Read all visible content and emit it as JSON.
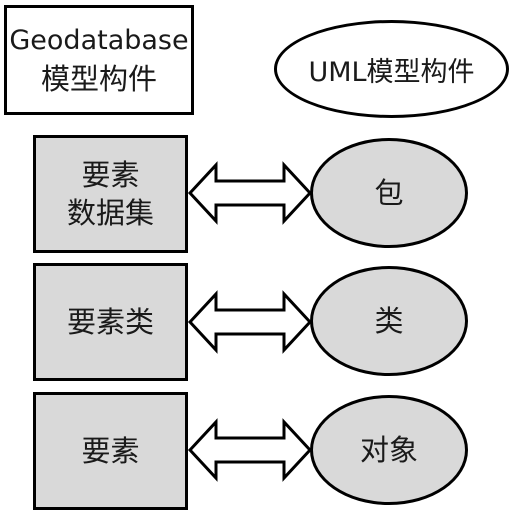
{
  "headers": {
    "geodatabase_line1": "Geodatabase",
    "geodatabase_line2": "模型构件",
    "uml": "UML模型构件"
  },
  "rows": [
    {
      "left_line1": "要素",
      "left_line2": "数据集",
      "right": "包"
    },
    {
      "left_line1": "要素类",
      "left_line2": "",
      "right": "类"
    },
    {
      "left_line1": "要素",
      "left_line2": "",
      "right": "对象"
    }
  ],
  "colors": {
    "box_fill": "#d9d9d9",
    "stroke": "#000000",
    "background": "#ffffff"
  },
  "icons": {
    "arrow": "double-headed-hollow-arrow-icon"
  }
}
